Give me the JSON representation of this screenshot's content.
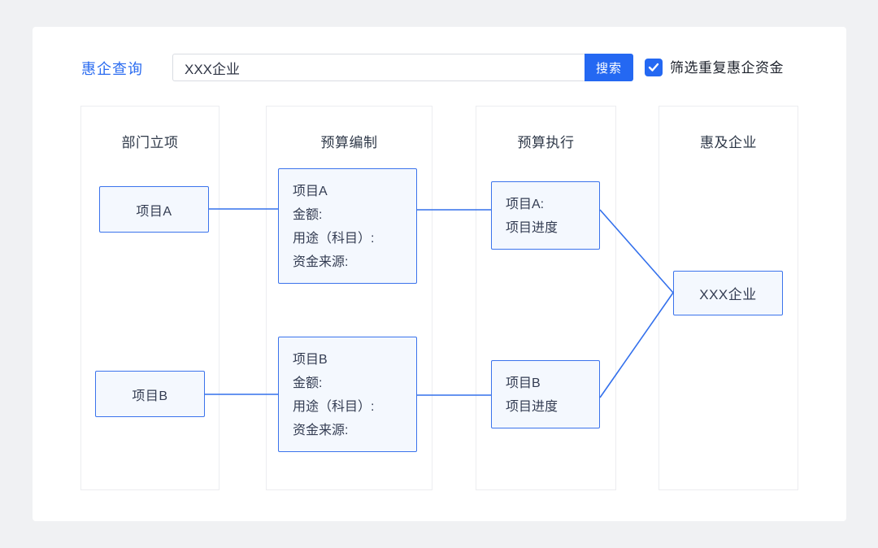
{
  "colors": {
    "accent": "#2468F2",
    "link_blue": "#2B6CF0",
    "node_border": "#3B73EC",
    "node_fill": "#F4F8FE",
    "connector": "#3370EC"
  },
  "toolbar": {
    "query_label": "惠企查询",
    "search_input_value": "XXX企业",
    "search_button_label": "搜索",
    "filter_checkbox_checked": true,
    "filter_checkbox_label": "筛选重复惠企资金"
  },
  "columns": [
    {
      "title": "部门立项"
    },
    {
      "title": "预算编制"
    },
    {
      "title": "预算执行"
    },
    {
      "title": "惠及企业"
    }
  ],
  "nodes": {
    "project_a": {
      "label": "项目A"
    },
    "project_b": {
      "label": "项目B"
    },
    "budget_a": {
      "lines": [
        "项目A",
        "金额:",
        "用途（科目）:",
        "资金来源:"
      ]
    },
    "budget_b": {
      "lines": [
        "项目B",
        "金额:",
        "用途（科目）:",
        "资金来源:"
      ]
    },
    "exec_a": {
      "lines": [
        "项目A:",
        "项目进度"
      ]
    },
    "exec_b": {
      "lines": [
        "项目B",
        "项目进度"
      ]
    },
    "enterprise": {
      "label": "XXX企业"
    }
  }
}
